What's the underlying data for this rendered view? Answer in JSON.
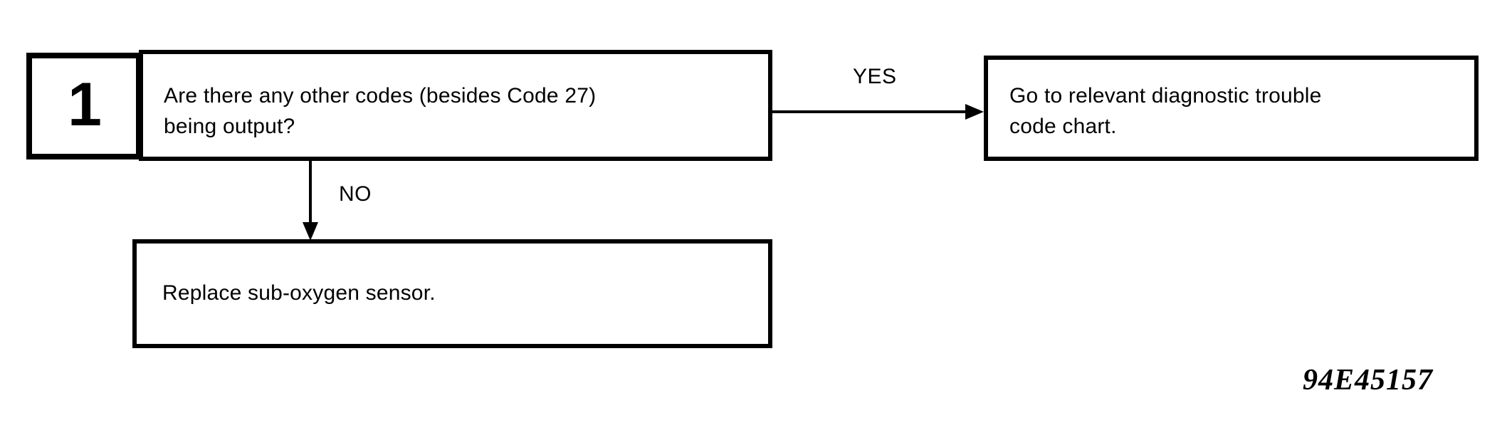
{
  "diagram": {
    "type": "decision-flowchart",
    "step": {
      "number": "1",
      "question": "Are there any other codes (besides Code 27)\nbeing output?"
    },
    "branches": {
      "yes_label": "YES",
      "no_label": "NO"
    },
    "outcomes": {
      "yes_action": "Go to relevant diagnostic trouble\ncode chart.",
      "no_action": "Replace sub-oxygen sensor."
    },
    "figure_id": "94E45157",
    "colors": {
      "ink": "#000000",
      "paper": "#ffffff"
    }
  }
}
